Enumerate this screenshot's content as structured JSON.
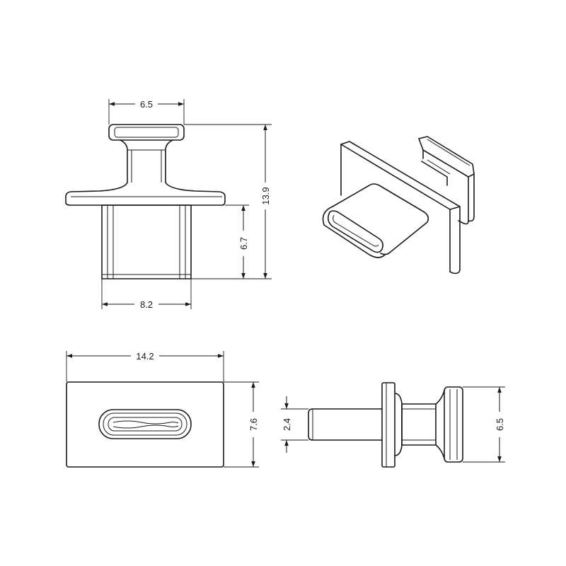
{
  "dimensions": {
    "top_width": "6.5",
    "total_height": "13.9",
    "body_height": "6.7",
    "body_width": "8.2",
    "plate_width": "14.2",
    "plate_height": "7.6",
    "plug_thickness": "2.4",
    "knob_diameter": "6.5"
  }
}
